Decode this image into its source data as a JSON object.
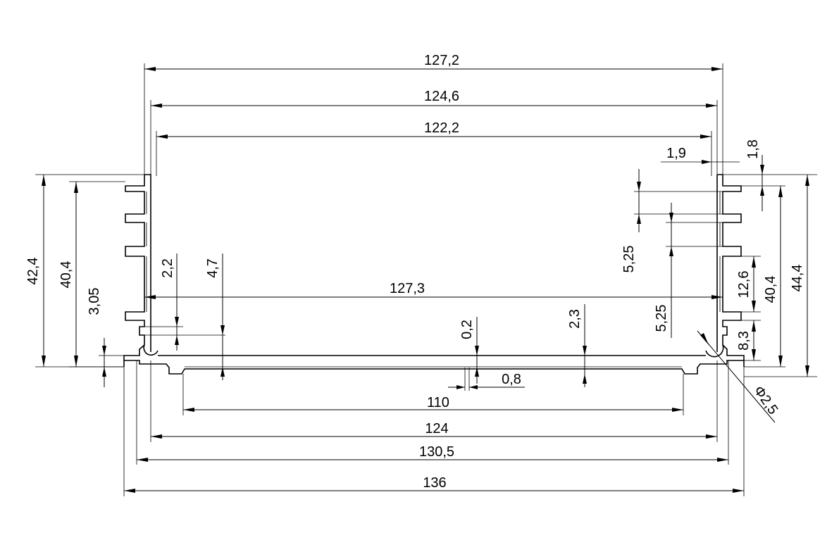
{
  "drawing": {
    "colors": {
      "line": "#000000",
      "background": "#ffffff"
    },
    "dimensions": {
      "w127_2": "127,2",
      "w124_6": "124,6",
      "w122_2": "122,2",
      "w1_9": "1,9",
      "h1_8": "1,8",
      "h42_4": "42,4",
      "h40_4_left": "40,4",
      "h3_05": "3,05",
      "h2_2": "2,2",
      "h4_7": "4,7",
      "w127_3": "127,3",
      "h0_2": "0,2",
      "h2_3": "2,3",
      "w0_8": "0,8",
      "h5_25_a": "5,25",
      "h5_25_b": "5,25",
      "h12_6": "12,6",
      "h40_4_right": "40,4",
      "h44_4": "44,4",
      "h8_3": "8,3",
      "d2_5": "Φ2,5",
      "w110": "110",
      "w124": "124",
      "w130_5": "130,5",
      "w136": "136"
    }
  }
}
